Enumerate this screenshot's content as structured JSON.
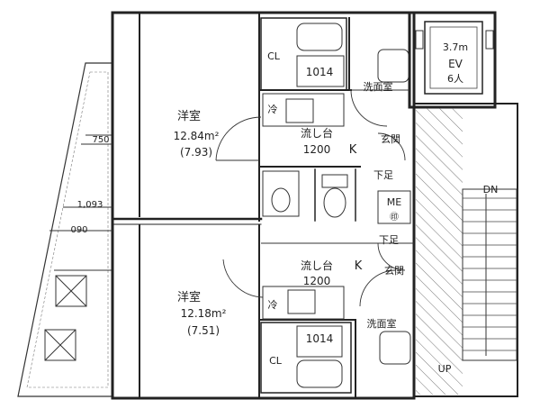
{
  "units": {
    "top": {
      "room_label": "洋室",
      "room_area": "12.84m²",
      "room_tatami": "(7.93)",
      "kitchen_label": "流し台",
      "kitchen_size": "1200",
      "kitchen_k": "K",
      "fridge": "冷",
      "bath": "1014",
      "washroom": "洗面室",
      "closet": "CL",
      "entrance": "玄関",
      "shoe_box": "下足"
    },
    "bottom": {
      "room_label": "洋室",
      "room_area": "12.18m²",
      "room_tatami": "(7.51)",
      "kitchen_label": "流し台",
      "kitchen_size": "1200",
      "kitchen_k": "K",
      "fridge": "冷",
      "bath": "1014",
      "washroom": "洗面室",
      "closet": "CL",
      "entrance": "玄関",
      "shoe_box": "下足"
    }
  },
  "elevator": {
    "size": "3.7m",
    "label": "EV",
    "capacity": "6人"
  },
  "meter_box": "ME",
  "meter_symbol": "㊞",
  "stairs": {
    "down": "DN",
    "up": "UP"
  },
  "dimensions": {
    "d1": "750",
    "d2": "1,093",
    "d3": "090"
  }
}
